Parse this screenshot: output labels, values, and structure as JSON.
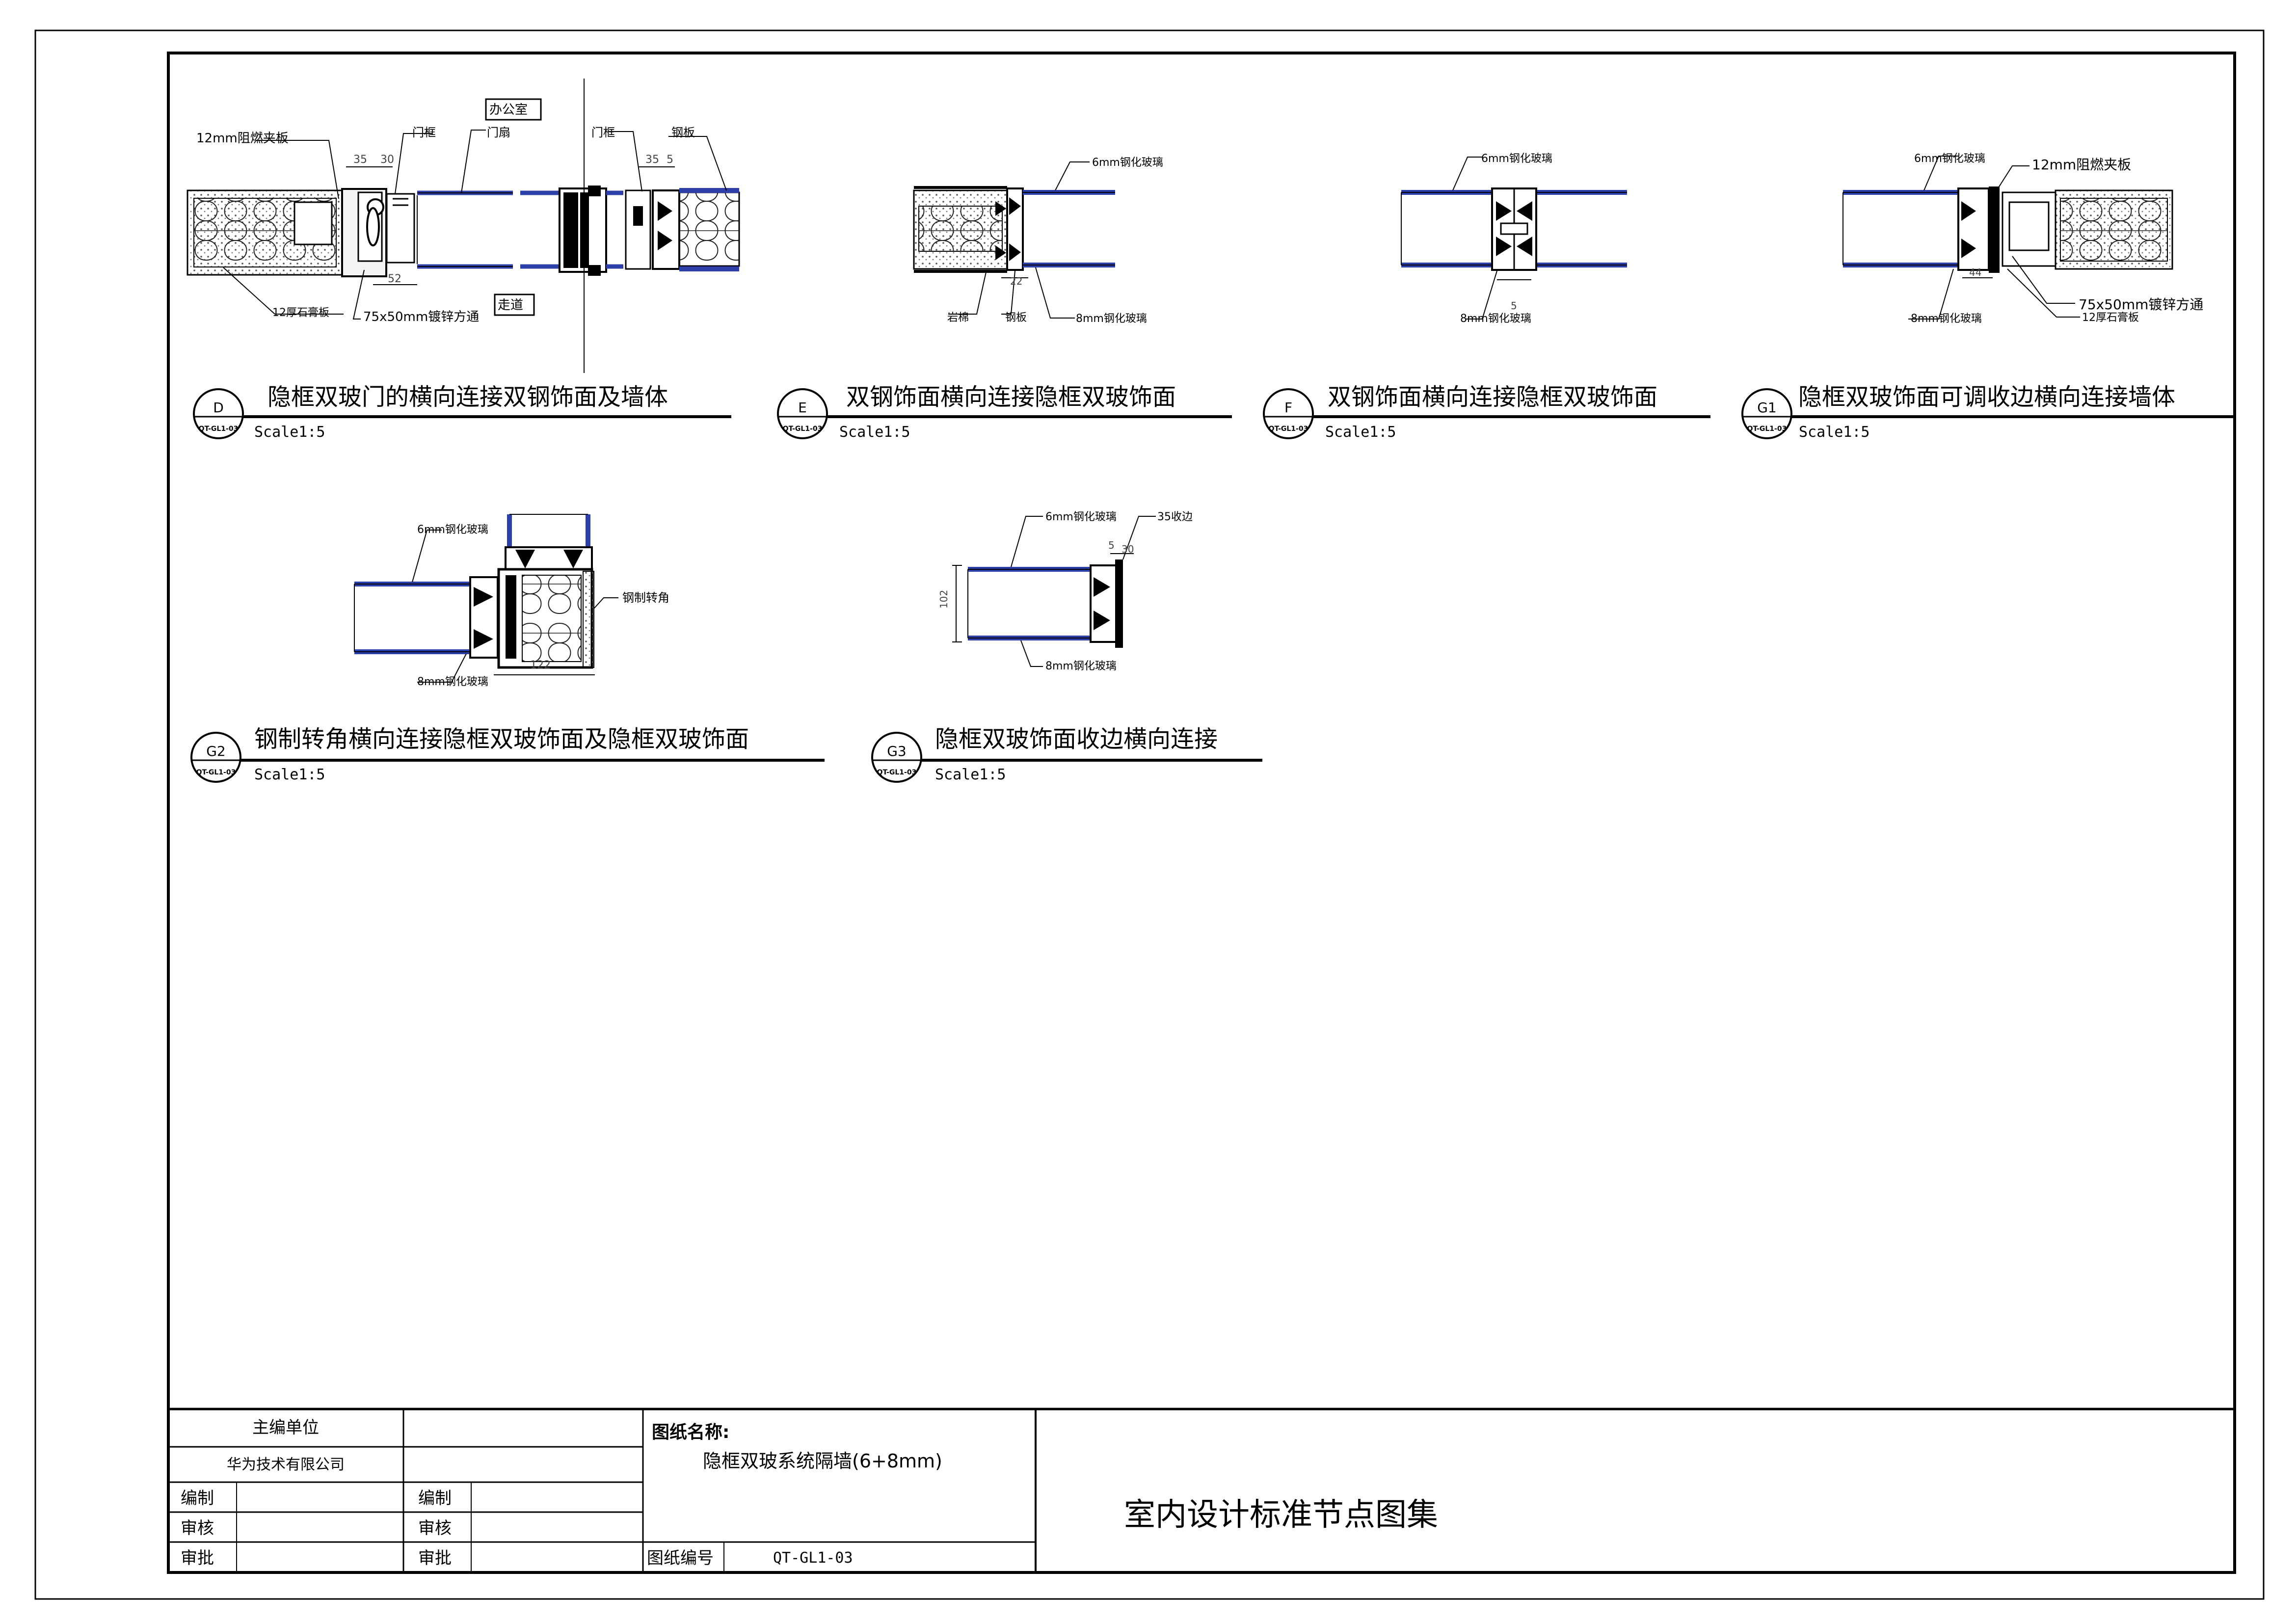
{
  "details": {
    "D": {
      "letter": "D",
      "ref": "QT-GL1-03",
      "title": "隐框双玻门的横向连接双钢饰面及墙体",
      "scale": "Scale1:5",
      "labels": {
        "fireboard": "12mm阻燃夹板",
        "door_frame_left": "门框",
        "door_leaf": "门扇",
        "door_frame_right": "门框",
        "steel_plate": "钢板",
        "office": "办公室",
        "corridor": "走道",
        "gypsum": "12厚石膏板",
        "steel_tube": "75x50mm镀锌方通"
      },
      "dims": {
        "d35a": "35",
        "d30": "30",
        "d52": "52",
        "d35b": "35",
        "d5": "5"
      }
    },
    "E": {
      "letter": "E",
      "ref": "QT-GL1-03",
      "title": "双钢饰面横向连接隐框双玻饰面",
      "scale": "Scale1:5",
      "labels": {
        "glass6": "6mm钢化玻璃",
        "rockwool": "岩棉",
        "steel_plate": "钢板",
        "glass8": "8mm钢化玻璃"
      },
      "dims": {
        "d22": "22"
      }
    },
    "F": {
      "letter": "F",
      "ref": "QT-GL1-03",
      "title": "双钢饰面横向连接隐框双玻饰面",
      "scale": "Scale1:5",
      "labels": {
        "glass6": "6mm钢化玻璃",
        "glass8": "8mm钢化玻璃"
      },
      "dims": {
        "d5": "5"
      }
    },
    "G1": {
      "letter": "G1",
      "ref": "QT-GL1-03",
      "title": "隐框双玻饰面可调收边横向连接墙体",
      "scale": "Scale1:5",
      "labels": {
        "glass6": "6mm钢化玻璃",
        "fireboard": "12mm阻燃夹板",
        "steel_tube": "75x50mm镀锌方通",
        "gypsum": "12厚石膏板",
        "glass8": "8mm钢化玻璃"
      },
      "dims": {
        "d44": "44"
      }
    },
    "G2": {
      "letter": "G2",
      "ref": "QT-GL1-03",
      "title": "钢制转角横向连接隐框双玻饰面及隐框双玻饰面",
      "scale": "Scale1:5",
      "labels": {
        "glass6": "6mm钢化玻璃",
        "steel_corner": "钢制转角",
        "glass8": "8mm钢化玻璃"
      },
      "dims": {
        "d122": "122"
      }
    },
    "G3": {
      "letter": "G3",
      "ref": "QT-GL1-03",
      "title": "隐框双玻饰面收边横向连接",
      "scale": "Scale1:5",
      "labels": {
        "glass6": "6mm钢化玻璃",
        "edge35": "35收边",
        "glass8": "8mm钢化玻璃"
      },
      "dims": {
        "d5": "5",
        "d30": "30",
        "d102": "102"
      }
    }
  },
  "title_block": {
    "chief_unit_label": "主编单位",
    "company": "华为技术有限公司",
    "row_labels": [
      "编制",
      "审核",
      "审批"
    ],
    "drawing_name_label": "图纸名称:",
    "drawing_name": "隐框双玻系统隔墙(6+8mm)",
    "drawing_no_label": "图纸编号",
    "drawing_no": "QT-GL1-03",
    "atlas_title": "室内设计标准节点图集"
  },
  "colors": {
    "glass_blue": "#2d3fa8",
    "line": "#000000",
    "panel_fill": "#f4f4f4"
  }
}
